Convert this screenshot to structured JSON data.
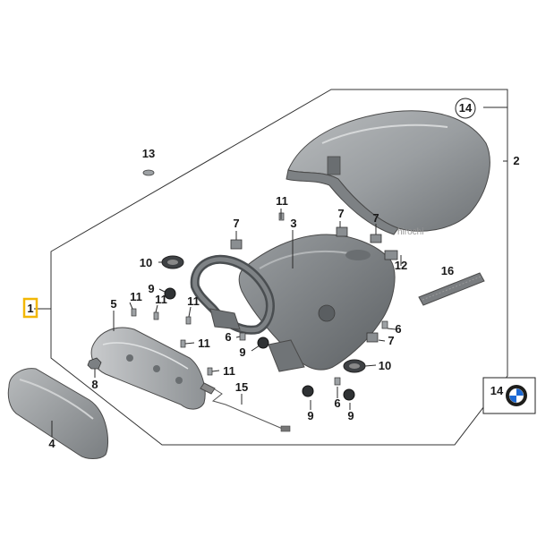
{
  "watermark": "hirochi",
  "highlight_color": "#f2b705",
  "labels": {
    "l1": "1",
    "l2": "2",
    "l3": "3",
    "l4": "4",
    "l5": "5",
    "l6a": "6",
    "l6b": "6",
    "l6c": "6",
    "l7a": "7",
    "l7b": "7",
    "l7c": "7",
    "l8": "8",
    "l9a": "9",
    "l9b": "9",
    "l9c": "9",
    "l9d": "9",
    "l10a": "10",
    "l10b": "10",
    "l11a": "11",
    "l11b": "11",
    "l11c": "11",
    "l11d": "11",
    "l11e": "11",
    "l11f": "11",
    "l12": "12",
    "l13": "13",
    "l14": "14",
    "l15": "15",
    "l16": "16"
  },
  "badge": {
    "number": "14",
    "logo_icon": "bmw-roundel-icon"
  }
}
